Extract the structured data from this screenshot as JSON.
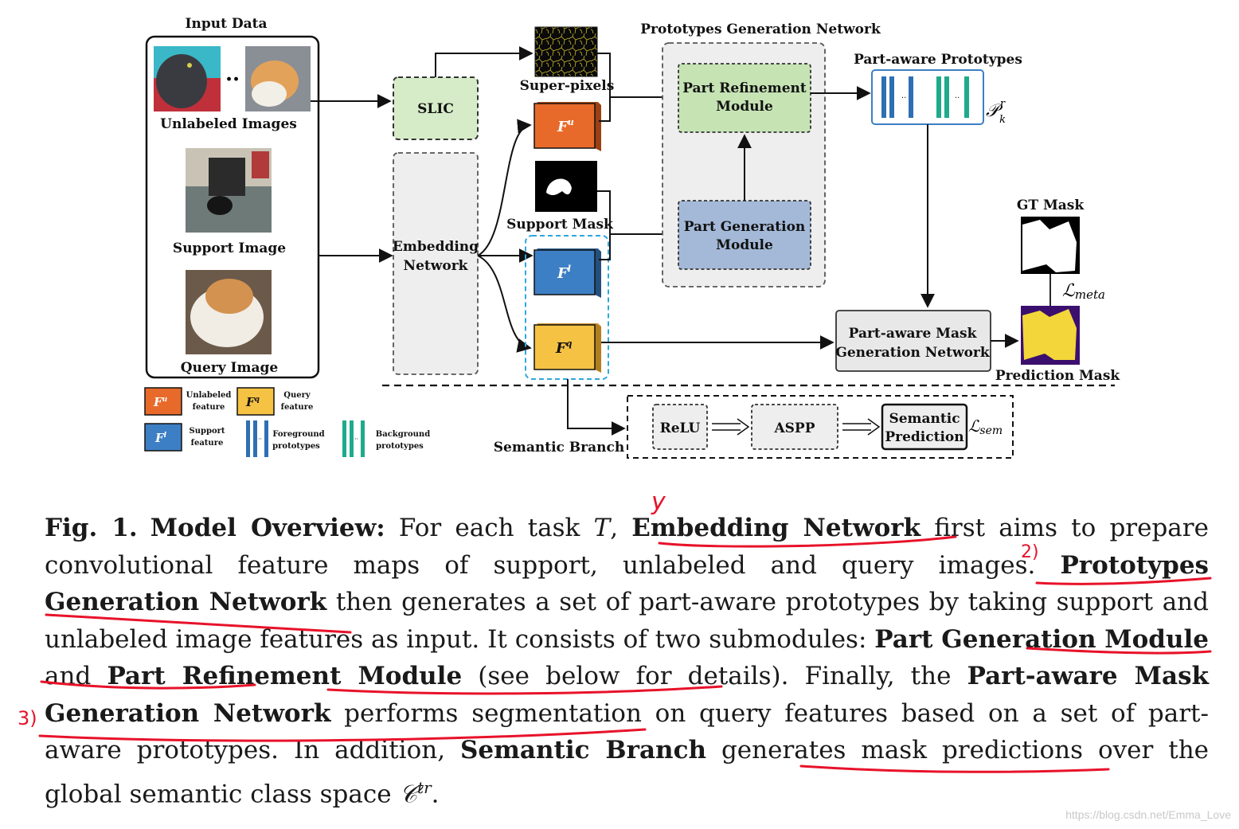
{
  "figure": {
    "input_data_title": "Input Data",
    "unlabeled_images": "Unlabeled Images",
    "ellipsis": "··",
    "support_image": "Support Image",
    "query_image": "Query Image",
    "slic": "SLIC",
    "embedding_line1": "Embedding",
    "embedding_line2": "Network",
    "super_pixels": "Super-pixels",
    "support_mask": "Support Mask",
    "prototypes_generation_network": "Prototypes Generation Network",
    "part_refinement_line1": "Part Refinement",
    "part_refinement_line2": "Module",
    "part_generation_line1": "Part Generation",
    "part_generation_line2": "Module",
    "part_aware_prototypes": "Part-aware Prototypes",
    "prototype_symbol": "𝒫",
    "prototype_sup": "r",
    "prototype_sub": "k",
    "gt_mask": "GT Mask",
    "l_meta": "ℒ",
    "l_meta_sub": "meta",
    "mask_gen_line1": "Part-aware Mask",
    "mask_gen_line2": "Generation Network",
    "prediction_mask": "Prediction Mask",
    "semantic_branch": "Semantic Branch",
    "relu": "ReLU",
    "aspp": "ASPP",
    "semantic_pred_line1": "Semantic",
    "semantic_pred_line2": "Prediction",
    "l_sem": "ℒ",
    "l_sem_sub": "sem",
    "feat_u": "F",
    "feat_u_sup": "u",
    "feat_l": "F",
    "feat_l_sup": "l",
    "feat_q": "F",
    "feat_q_sup": "q",
    "legend": {
      "unlabeled_1": "Unlabeled",
      "unlabeled_2": "feature",
      "query_1": "Query",
      "query_2": "feature",
      "support_1": "Support",
      "support_2": "feature",
      "fg_1": "Foreground",
      "fg_2": "prototypes",
      "bg_1": "Background",
      "bg_2": "prototypes"
    },
    "colors": {
      "unlabeled_feature": "#e86a2a",
      "support_feature": "#3d7fc4",
      "query_feature": "#f6c244",
      "slic_fill": "#d6ecc8",
      "part_refinement_fill": "#c6e3b4",
      "part_generation_fill": "#a4b9d8",
      "foreground_proto": "#2e6fb4",
      "background_proto": "#1faa8c",
      "prediction_bg": "#3b0f6e",
      "prediction_fg": "#f3d63a"
    }
  },
  "caption": {
    "fig_label": "Fig. 1.",
    "title": "Model Overview:",
    "t1": " For each task ",
    "task_symbol": "T",
    "t2": ", ",
    "b1": "Embedding Network",
    "t3": " first aims to prepare convolutional feature maps of support, unlabeled and query images. ",
    "b2": "Prototypes Generation Network",
    "t4": " then generates a set of part-aware prototypes by taking support and unlabeled image features as input. It consists of two submodules: ",
    "b3": "Part Generation Module",
    "t5": " and ",
    "b4": "Part Refinement Module",
    "t6": " (see below for details). Finally, the ",
    "b5": "Part-aware Mask Generation Network",
    "t7": " performs segmentation on query features based on a set of part-aware prototypes. In addition, ",
    "b6": "Semantic Branch",
    "t8": " generates mask predictions over the global semantic class space ",
    "class_space": "𝒞",
    "class_space_sup": "tr",
    "t9": "."
  },
  "annotations": {
    "mark1": "y",
    "mark2": "2)",
    "mark3": "3)"
  },
  "watermark": "https://blog.csdn.net/Emma_Love"
}
